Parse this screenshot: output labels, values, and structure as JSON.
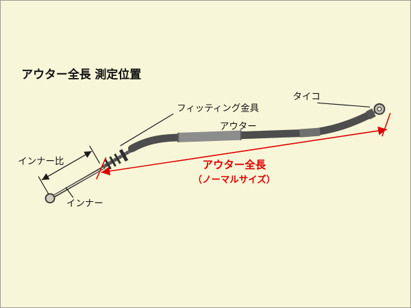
{
  "page": {
    "background": "#f8f6d8",
    "border_color": "#9a998f"
  },
  "title": "アウター全長 測定位置",
  "labels": {
    "fitting": "フィッティング金具",
    "taiko": "タイコ",
    "outer": "アウター",
    "inner_length": "インナー比",
    "inner": "インナー",
    "outer_total_length": "アウター全長",
    "outer_total_length_sub": "（ノーマルサイズ）"
  },
  "colors": {
    "dimension_red": "#dd0000",
    "line_black": "#1a1a1a",
    "cable_dark": "#4d4d4d",
    "cable_sleeve": "#8d8d8d"
  }
}
